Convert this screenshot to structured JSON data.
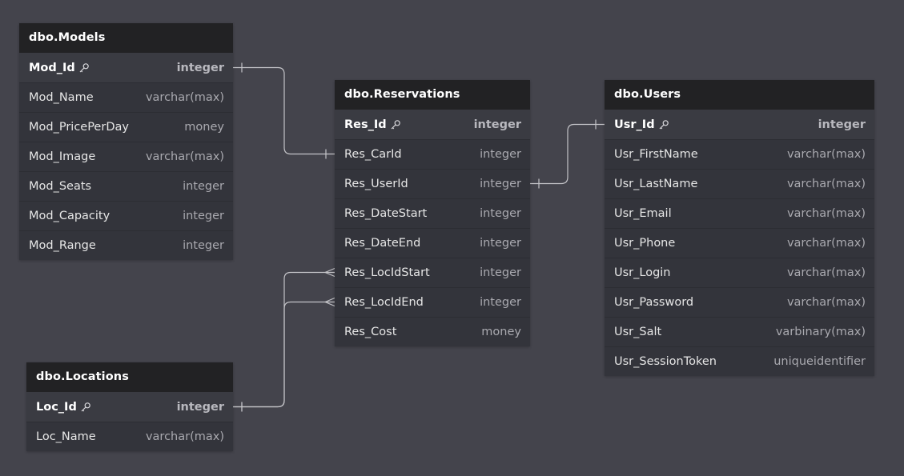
{
  "colors": {
    "background": "#44444c",
    "table_header": "#222224",
    "table_body": "#33343b",
    "connector": "#c4c4c8"
  },
  "tables": [
    {
      "id": "models",
      "name": "dbo.Models",
      "columns": [
        {
          "name": "Mod_Id",
          "type": "integer",
          "pk": true,
          "icon": "key-icon"
        },
        {
          "name": "Mod_Name",
          "type": "varchar(max)"
        },
        {
          "name": "Mod_PricePerDay",
          "type": "money"
        },
        {
          "name": "Mod_Image",
          "type": "varchar(max)"
        },
        {
          "name": "Mod_Seats",
          "type": "integer"
        },
        {
          "name": "Mod_Capacity",
          "type": "integer"
        },
        {
          "name": "Mod_Range",
          "type": "integer"
        }
      ]
    },
    {
      "id": "reservations",
      "name": "dbo.Reservations",
      "columns": [
        {
          "name": "Res_Id",
          "type": "integer",
          "pk": true,
          "icon": "key-icon"
        },
        {
          "name": "Res_CarId",
          "type": "integer"
        },
        {
          "name": "Res_UserId",
          "type": "integer"
        },
        {
          "name": "Res_DateStart",
          "type": "integer"
        },
        {
          "name": "Res_DateEnd",
          "type": "integer"
        },
        {
          "name": "Res_LocIdStart",
          "type": "integer"
        },
        {
          "name": "Res_LocIdEnd",
          "type": "integer"
        },
        {
          "name": "Res_Cost",
          "type": "money"
        }
      ]
    },
    {
      "id": "users",
      "name": "dbo.Users",
      "columns": [
        {
          "name": "Usr_Id",
          "type": "integer",
          "pk": true,
          "icon": "key-icon"
        },
        {
          "name": "Usr_FirstName",
          "type": "varchar(max)"
        },
        {
          "name": "Usr_LastName",
          "type": "varchar(max)"
        },
        {
          "name": "Usr_Email",
          "type": "varchar(max)"
        },
        {
          "name": "Usr_Phone",
          "type": "varchar(max)"
        },
        {
          "name": "Usr_Login",
          "type": "varchar(max)"
        },
        {
          "name": "Usr_Password",
          "type": "varchar(max)"
        },
        {
          "name": "Usr_Salt",
          "type": "varbinary(max)"
        },
        {
          "name": "Usr_SessionToken",
          "type": "uniqueidentifier"
        }
      ]
    },
    {
      "id": "locations",
      "name": "dbo.Locations",
      "columns": [
        {
          "name": "Loc_Id",
          "type": "integer",
          "pk": true,
          "icon": "key-icon"
        },
        {
          "name": "Loc_Name",
          "type": "varchar(max)"
        }
      ]
    }
  ],
  "relations": [
    {
      "from_table": "models",
      "from_column": "Mod_Id",
      "from_end": "one",
      "to_table": "reservations",
      "to_column": "Res_CarId",
      "to_end": "one"
    },
    {
      "from_table": "reservations",
      "from_column": "Res_UserId",
      "from_end": "one",
      "to_table": "users",
      "to_column": "Usr_Id",
      "to_end": "one"
    },
    {
      "from_table": "locations",
      "from_column": "Loc_Id",
      "from_end": "one",
      "to_table": "reservations",
      "to_column": "Res_LocIdStart",
      "to_end": "many"
    },
    {
      "from_table": "locations",
      "from_column": "Loc_Id",
      "from_end": "one",
      "to_table": "reservations",
      "to_column": "Res_LocIdEnd",
      "to_end": "many"
    }
  ]
}
